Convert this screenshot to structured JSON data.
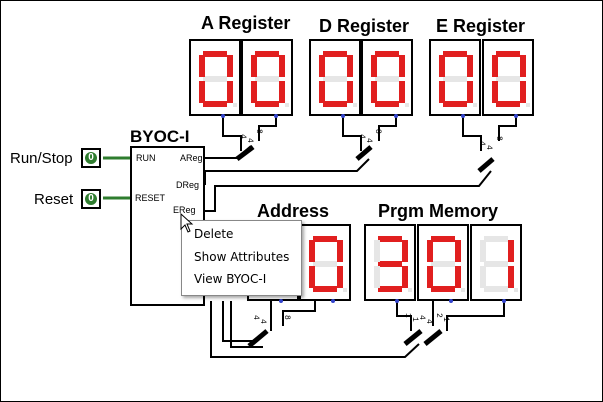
{
  "registers": {
    "a": {
      "title": "A Register",
      "digits": [
        "0",
        "0"
      ],
      "pins": [
        "4",
        "4",
        "8"
      ]
    },
    "d": {
      "title": "D Register",
      "digits": [
        "0",
        "0"
      ],
      "pins": [
        "4",
        "4",
        "8"
      ]
    },
    "e": {
      "title": "E Register",
      "digits": [
        "0",
        "0"
      ],
      "pins": [
        "4",
        "4",
        "8"
      ]
    },
    "address": {
      "title": "Address",
      "digits": [
        "0",
        "0"
      ],
      "pins": [
        "4",
        "4",
        "8"
      ]
    },
    "program_memory": {
      "title": "Prgm Memory",
      "digits": [
        "3",
        "0",
        "1"
      ],
      "pins": [
        "1",
        "1",
        "4",
        "4",
        "1",
        "2"
      ]
    }
  },
  "chip": {
    "title": "BYOC-I",
    "ports": {
      "run": "RUN",
      "reset": "RESET",
      "areg": "AReg",
      "dreg": "DReg",
      "ereg": "EReg"
    }
  },
  "inputs": {
    "run_stop": {
      "label": "Run/Stop",
      "value": "0"
    },
    "reset": {
      "label": "Reset",
      "value": "0"
    }
  },
  "context_menu": {
    "items": [
      "Delete",
      "Show Attributes",
      "View BYOC-I"
    ]
  },
  "colors": {
    "segment_on": "#e11f1f",
    "segment_off": "#e6e6e6",
    "wire": "#000000",
    "input_wire": "#2f7d2f",
    "pin_dot": "#3344cc"
  }
}
